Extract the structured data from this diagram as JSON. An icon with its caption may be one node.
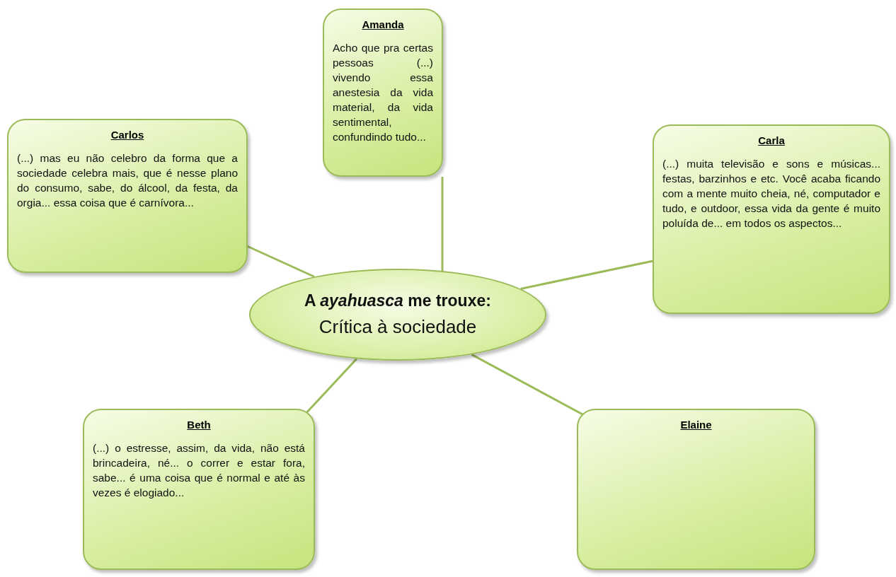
{
  "diagram": {
    "nodes": [
      {
        "text": [
          "Amanda",
          "Acho que pra certas pessoas (...) vivendo essa anestesia da vida material, da vida sentimental, confundindo tudo..."
        ]
      },
      {
        "text": [
          "Carlos",
          "(...) mas eu não celebro da forma que a sociedade celebra mais, que é nesse plano do consumo, sabe, do álcool, da festa, da orgia... essa coisa que é carnívora..."
        ]
      },
      {
        "text": [
          "Carla",
          "(...) muita televisão e sons e músicas... festas, barzinhos e etc. Você acaba ficando com a mente muito cheia, né, computador e tudo, e outdoor, essa vida da gente é muito poluída de... em todos os aspectos..."
        ]
      },
      {
        "text": [
          "A *ayahuasca* me trouxe:",
          "Crítica à sociedade"
        ]
      },
      {
        "text": [
          "Beth",
          "(...) o estresse, assim, da vida, não está brincadeira, né... o correr e estar fora, sabe... é uma coisa que é normal e até às vezes é elogiado..."
        ]
      },
      {
        "text": [
          "Elaine"
        ]
      }
    ],
    "edges": [
      {
        "from": 3,
        "to": 0,
        "arrow": "none"
      },
      {
        "from": 3,
        "to": 1,
        "arrow": "none"
      },
      {
        "from": 3,
        "to": 2,
        "arrow": "none"
      },
      {
        "from": 3,
        "to": 4,
        "arrow": "none"
      },
      {
        "from": 3,
        "to": 5,
        "arrow": "none"
      }
    ]
  }
}
